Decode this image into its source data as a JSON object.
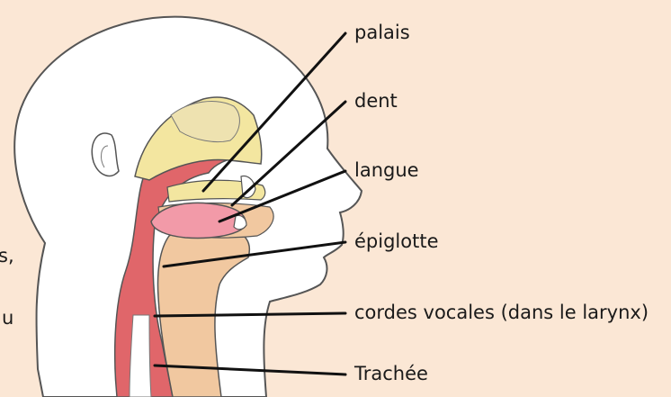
{
  "labels": {
    "palais": "palais",
    "dent": "dent",
    "langue": "langue",
    "epiglotte": "épiglotte",
    "cordes_vocales": "cordes vocales (dans le larynx)",
    "trachee": "Trachée"
  },
  "cropped_text_left": [
    "s,",
    "u"
  ],
  "colors": {
    "background": "#fbe7d5",
    "head_fill": "#ffffff",
    "outline": "#555555",
    "tissue_red": "#e0666a",
    "tissue_tan": "#f1c8a0",
    "bone_yellow": "#f3e6a0",
    "tongue_pink": "#f29aa8",
    "trachea": "#ffffff"
  }
}
